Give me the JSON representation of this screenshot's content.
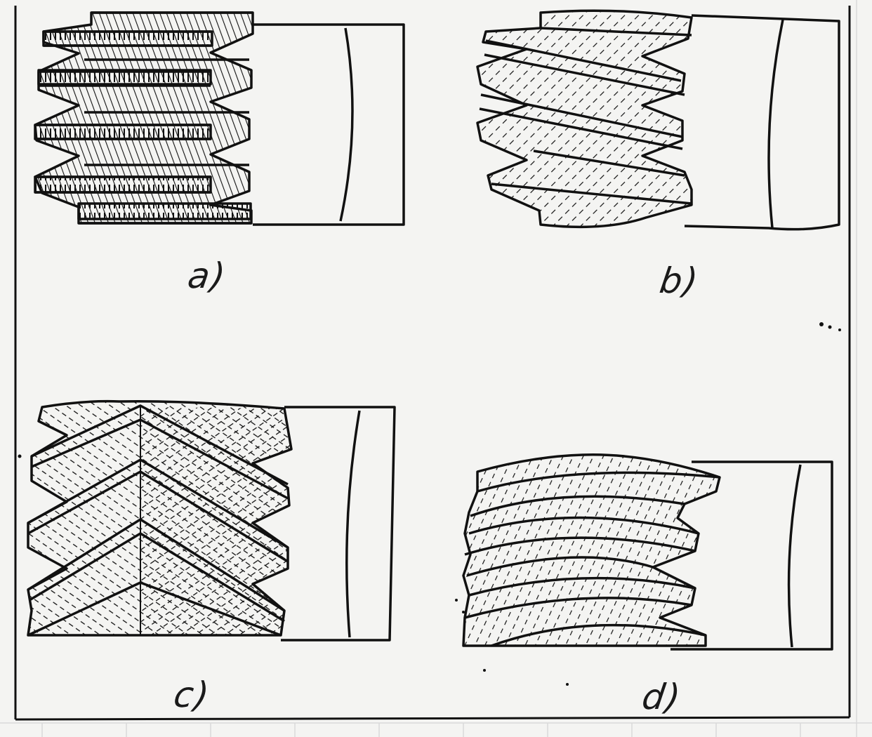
{
  "captions": {
    "a": "a)",
    "b": "b)",
    "c": "c)",
    "d": "d)"
  },
  "colors": {
    "paper": "#f4f4f2",
    "ink": "#111111",
    "grid": "#c8c8c8"
  }
}
